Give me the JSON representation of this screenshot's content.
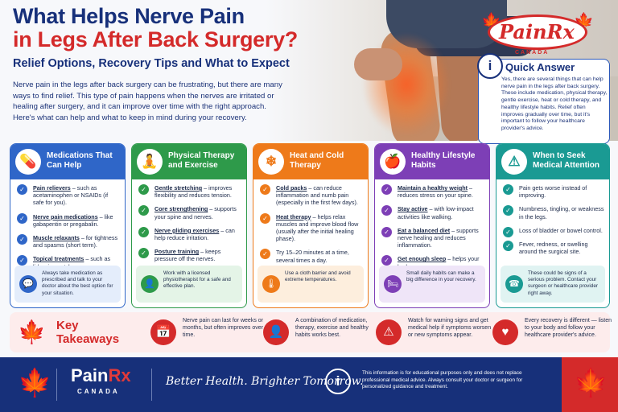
{
  "header": {
    "title_line1": "What Helps Nerve Pain",
    "title_line2": "in Legs After Back Surgery?",
    "subtitle": "Relief Options, Recovery Tips and What to Expect",
    "intro": "Nerve pain in the legs after back surgery can be frustrating, but there are many ways to find relief. This type of pain happens when the nerves are irritated or healing after surgery, and it can improve over time with the right approach. Here's what can help and what to keep in mind during your recovery."
  },
  "logo": {
    "name": "PainRx",
    "country": "CANADA"
  },
  "quick_answer": {
    "heading": "Quick Answer",
    "body": "Yes, there are several things that can help nerve pain in the legs after back surgery. These include medication, physical therapy, gentle exercise, heat or cold therapy, and healthy lifestyle habits. Relief often improves gradually over time, but it's important to follow your healthcare provider's advice."
  },
  "cards": [
    {
      "title": "Medications That Can Help",
      "icon": "pill-icon",
      "items": [
        {
          "bold": "Pain relievers",
          "text": " – such as acetaminophen or NSAIDs (if safe for you)."
        },
        {
          "bold": "Nerve pain medications",
          "text": " – like gabapentin or pregabalin."
        },
        {
          "bold": "Muscle relaxants",
          "text": " – for tightness and spasms (short term)."
        },
        {
          "bold": "Topical treatments",
          "text": " – such as lidocaine patches or creams."
        }
      ],
      "tip": "Always take medication as prescribed and talk to your doctor about the best option for your situation."
    },
    {
      "title": "Physical Therapy and Exercise",
      "icon": "stretching-person-icon",
      "items": [
        {
          "bold": "Gentle stretching",
          "text": " – improves flexibility and reduces tension."
        },
        {
          "bold": "Core strengthening",
          "text": " – supports your spine and nerves."
        },
        {
          "bold": "Nerve gliding exercises",
          "text": " – can help reduce irritation."
        },
        {
          "bold": "Posture training",
          "text": " – keeps pressure off the nerves."
        }
      ],
      "tip": "Work with a licensed physiotherapist for a safe and effective plan."
    },
    {
      "title": "Heat and Cold Therapy",
      "icon": "snowflake-icon",
      "items": [
        {
          "bold": "Cold packs",
          "text": " – can reduce inflammation and numb pain (especially in the first few days)."
        },
        {
          "bold": "Heat therapy",
          "text": " – helps relax muscles and improve blood flow (usually after the initial healing phase)."
        },
        {
          "bold": "",
          "text": "Try 15–20 minutes at a time, several times a day."
        }
      ],
      "tip": "Use a cloth barrier and avoid extreme temperatures."
    },
    {
      "title": "Healthy Lifestyle Habits",
      "icon": "apple-icon",
      "items": [
        {
          "bold": "Maintain a healthy weight",
          "text": " – reduces stress on your spine."
        },
        {
          "bold": "Stay active",
          "text": " – with low-impact activities like walking."
        },
        {
          "bold": "Eat a balanced diet",
          "text": " – supports nerve healing and reduces inflammation."
        },
        {
          "bold": "Get enough sleep",
          "text": " – helps your body recover."
        }
      ],
      "tip": "Small daily habits can make a big difference in your recovery."
    },
    {
      "title": "When to Seek Medical Attention",
      "icon": "warning-icon",
      "items": [
        {
          "bold": "",
          "text": "Pain gets worse instead of improving."
        },
        {
          "bold": "",
          "text": "Numbness, tingling, or weakness in the legs."
        },
        {
          "bold": "",
          "text": "Loss of bladder or bowel control."
        },
        {
          "bold": "",
          "text": "Fever, redness, or swelling around the surgical site."
        }
      ],
      "tip": "These could be signs of a serious problem. Contact your surgeon or healthcare provider right away."
    }
  ],
  "key_takeaways": {
    "heading_line1": "Key",
    "heading_line2": "Takeaways",
    "items": [
      {
        "icon": "calendar-icon",
        "text": "Nerve pain can last for weeks or months, but often improves over time."
      },
      {
        "icon": "person-icon",
        "text": "A combination of medication, therapy, exercise and healthy habits works best."
      },
      {
        "icon": "warning-icon",
        "text": "Watch for warning signs and get medical help if symptoms worsen or new symptoms appear."
      },
      {
        "icon": "heart-icon",
        "text": "Every recovery is different — listen to your body and follow your healthcare provider's advice."
      }
    ]
  },
  "footer": {
    "brand_a": "Pain",
    "brand_b": "Rx",
    "country": "CANADA",
    "slogan": "Better Health. Brighter Tomorrow.",
    "disclaimer": "This information is for educational purposes only and does not replace professional medical advice. Always consult your doctor or surgeon for personalized guidance and treatment."
  },
  "colors": {
    "navy": "#17307a",
    "red": "#d42a2a",
    "blue": "#2f66c8",
    "green": "#2e9a4a",
    "orange": "#ee7a1a",
    "purple": "#7d3fb6",
    "teal": "#1a9a93"
  }
}
